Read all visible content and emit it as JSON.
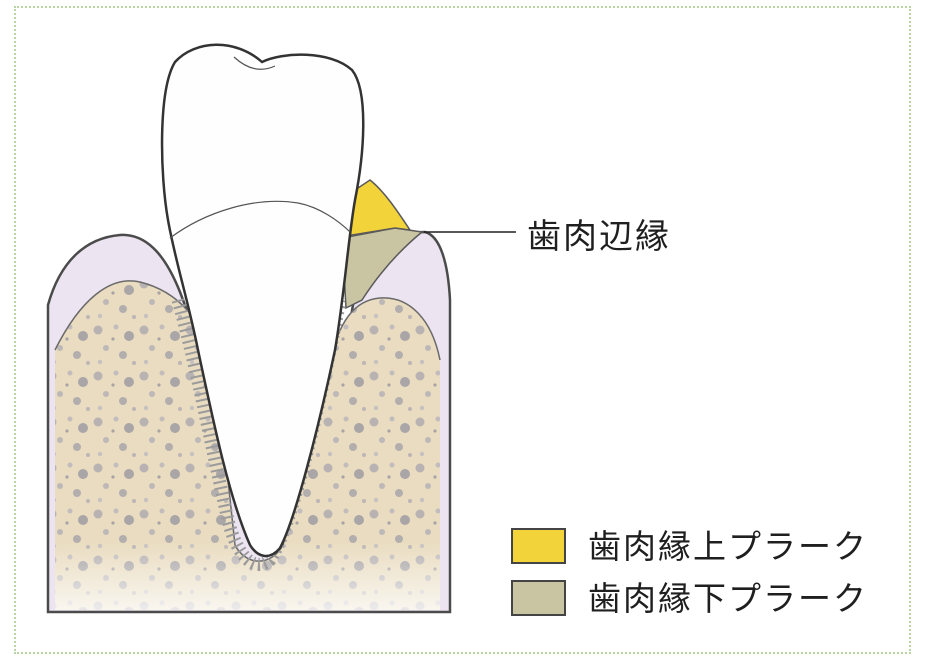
{
  "labels": {
    "gum_margin": "歯肉辺縁"
  },
  "legend": [
    {
      "label": "歯肉縁上プラーク",
      "color": "#f2d33a"
    },
    {
      "label": "歯肉縁下プラーク",
      "color": "#c9c4a1"
    }
  ],
  "colors": {
    "tooth": "#fefefe",
    "gum": "#ece4f1",
    "bone": "#e9dcc0",
    "bone_speckle": "#b7b1b1",
    "frame": "#b9d3a4"
  }
}
